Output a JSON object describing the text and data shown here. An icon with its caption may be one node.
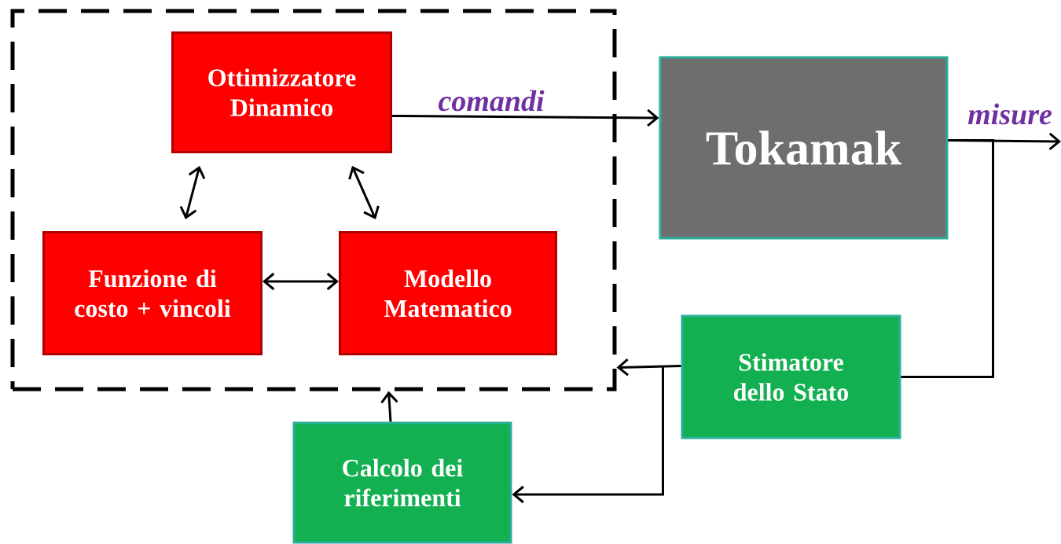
{
  "diagram": {
    "nodes": [
      {
        "text": [],
        "shape": "box"
      },
      {
        "text": [
          "Ottimizzatore Dinamico"
        ],
        "in": 0
      },
      {
        "text": [
          "Funzione di costo + vincoli"
        ],
        "in": 0
      },
      {
        "text": [
          "Modello Matematico"
        ],
        "in": 0
      },
      {
        "text": [
          "Tokamak"
        ]
      },
      {
        "text": [
          "Stimatore dello Stato"
        ]
      },
      {
        "text": [
          "Calcolo dei riferimenti"
        ]
      }
    ],
    "edges": [
      {
        "from": 1,
        "to": 4,
        "arrow": "to",
        "label": "comandi"
      },
      {
        "from": 1,
        "to": 2,
        "arrow": "both"
      },
      {
        "from": 1,
        "to": 3,
        "arrow": "both"
      },
      {
        "from": 2,
        "to": 3,
        "arrow": "both"
      },
      {
        "from": 4,
        "to": null,
        "arrow": "to",
        "label": "misure"
      },
      {
        "from": 4,
        "to": 5,
        "arrow": "none"
      },
      {
        "from": 5,
        "to": 0,
        "arrow": "to"
      },
      {
        "from": 5,
        "to": 6,
        "arrow": "to"
      },
      {
        "from": 6,
        "to": 0,
        "arrow": "to"
      }
    ]
  }
}
